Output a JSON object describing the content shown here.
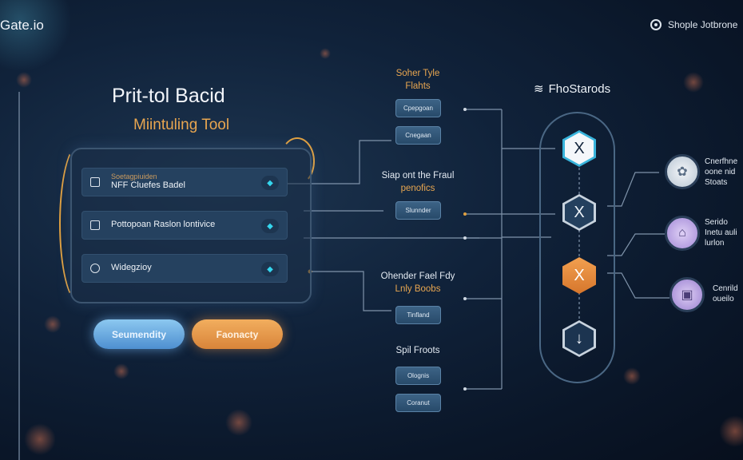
{
  "header": {
    "logo": "Gate.io",
    "user_label": "Shople Jotbrone"
  },
  "left": {
    "title": "Prit-tol Bacid",
    "subtitle": "Miintuling Tool",
    "rows": [
      {
        "caption": "Soetagpiuiden",
        "label": "NFF Cluefes Badel"
      },
      {
        "label": "Pottopoan Raslon lontivice"
      },
      {
        "label": "Widegzioy"
      }
    ],
    "buttons": {
      "primary": "Seumendity",
      "secondary": "Faonacty"
    }
  },
  "middle": {
    "groups": [
      {
        "title": "Soher Tyle",
        "subtitle": "Flahts",
        "buttons": [
          "Cpepgoan",
          "Cnegaan"
        ]
      },
      {
        "title": "Siap ont the Fraul",
        "subtitle": "penofics",
        "buttons": [
          "Slunnder"
        ]
      },
      {
        "title": "Ohender Fael Fdy",
        "subtitle": "Lnly Boobs",
        "buttons": [
          "Tinfland"
        ]
      },
      {
        "title": "Spil Froots",
        "subtitle": "",
        "buttons": [
          "Olognis",
          "Coranut"
        ]
      }
    ]
  },
  "right": {
    "title": "FhoStarods",
    "nodes": [
      "X",
      "X",
      "X",
      "↓"
    ],
    "items": [
      {
        "lines": [
          "Cnerfhne",
          "oone nid",
          "Stoats"
        ]
      },
      {
        "lines": [
          "Serido",
          "Inetu auli",
          "lurlon"
        ]
      },
      {
        "lines": [
          "Cenrild",
          "oueilo"
        ]
      }
    ]
  },
  "colors": {
    "accent": "#e8a650",
    "cyan": "#35d6ee",
    "background": "#0f2138"
  }
}
